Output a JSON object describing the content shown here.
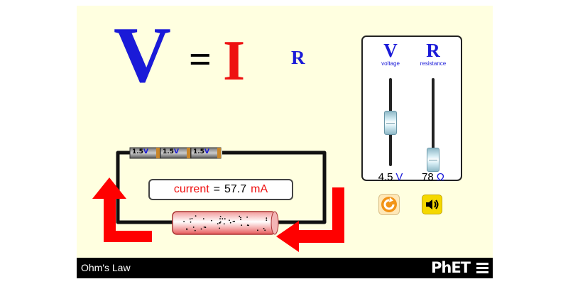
{
  "equation": {
    "v_symbol": "V",
    "equals": "=",
    "i_symbol": "I",
    "r_symbol": "R"
  },
  "sliders": {
    "voltage": {
      "symbol": "V",
      "name": "voltage",
      "value": "4.5",
      "unit": "V",
      "min": 0.1,
      "max": 9.0
    },
    "resistance": {
      "symbol": "R",
      "name": "resistance",
      "value": "78",
      "unit": "Ω",
      "min": 10,
      "max": 1000
    }
  },
  "current_readout": {
    "label": "current",
    "equals": "=",
    "value": "57.7",
    "unit": "mA"
  },
  "batteries": [
    {
      "voltage": "1.5",
      "unit": "V"
    },
    {
      "voltage": "1.5",
      "unit": "V"
    },
    {
      "voltage": "1.5",
      "unit": "V"
    }
  ],
  "navbar": {
    "title": "Ohm's Law",
    "logo": "PhET"
  },
  "colors": {
    "voltage_blue": "#1a1ad8",
    "current_red": "#ee1111",
    "background": "#ffffe0",
    "arrow_red": "#ff0000"
  },
  "icons": {
    "reset": "reset-icon",
    "sound": "speaker-icon",
    "menu": "hamburger-menu-icon"
  }
}
